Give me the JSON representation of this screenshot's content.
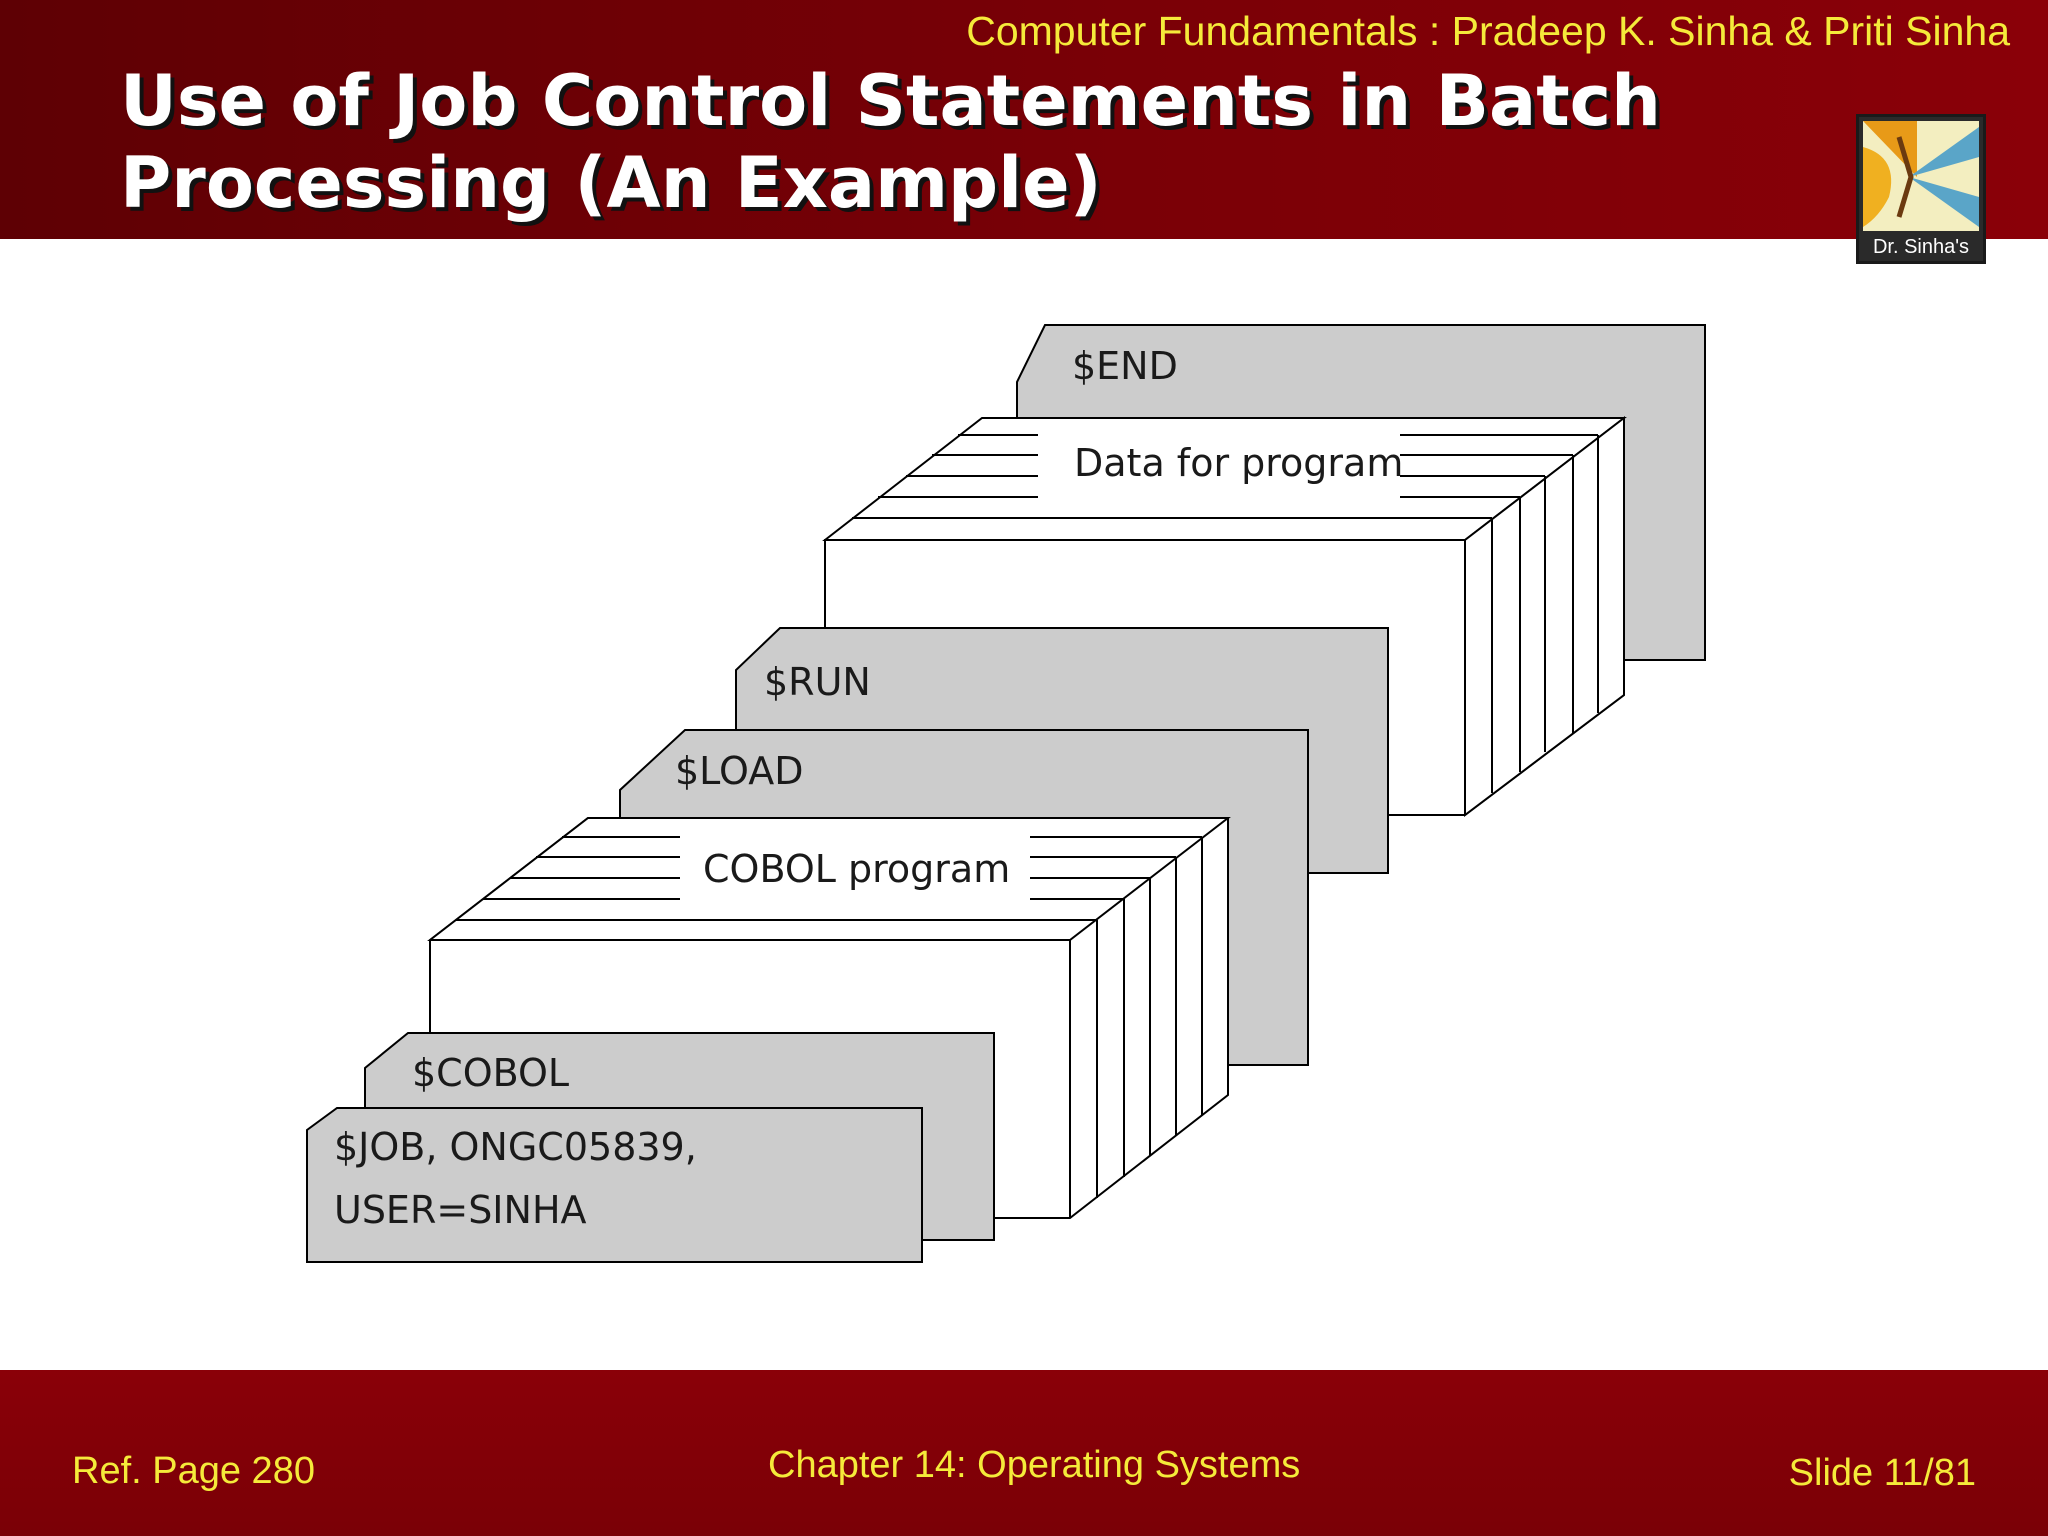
{
  "header": {
    "attribution": "Computer Fundamentals : Pradeep K. Sinha & Priti Sinha",
    "title": "Use of Job Control Statements in Batch Processing (An Example)",
    "logo_text": "Dr. Sinha's"
  },
  "diagram": {
    "cards": {
      "end": "$END",
      "data": "Data for program",
      "run": "$RUN",
      "load": "$LOAD",
      "cobol_program": "COBOL program",
      "cobol": "$COBOL",
      "job_line1": "$JOB, ONGC05839,",
      "job_line2": "USER=SINHA"
    }
  },
  "footer": {
    "ref": "Ref. Page  280",
    "chapter": "Chapter 14: Operating Systems",
    "slide": "Slide 11/81"
  },
  "colors": {
    "header_bg": "#6e0005",
    "attribution_text": "#f5ea3a",
    "card_gray": "#cccccc"
  }
}
